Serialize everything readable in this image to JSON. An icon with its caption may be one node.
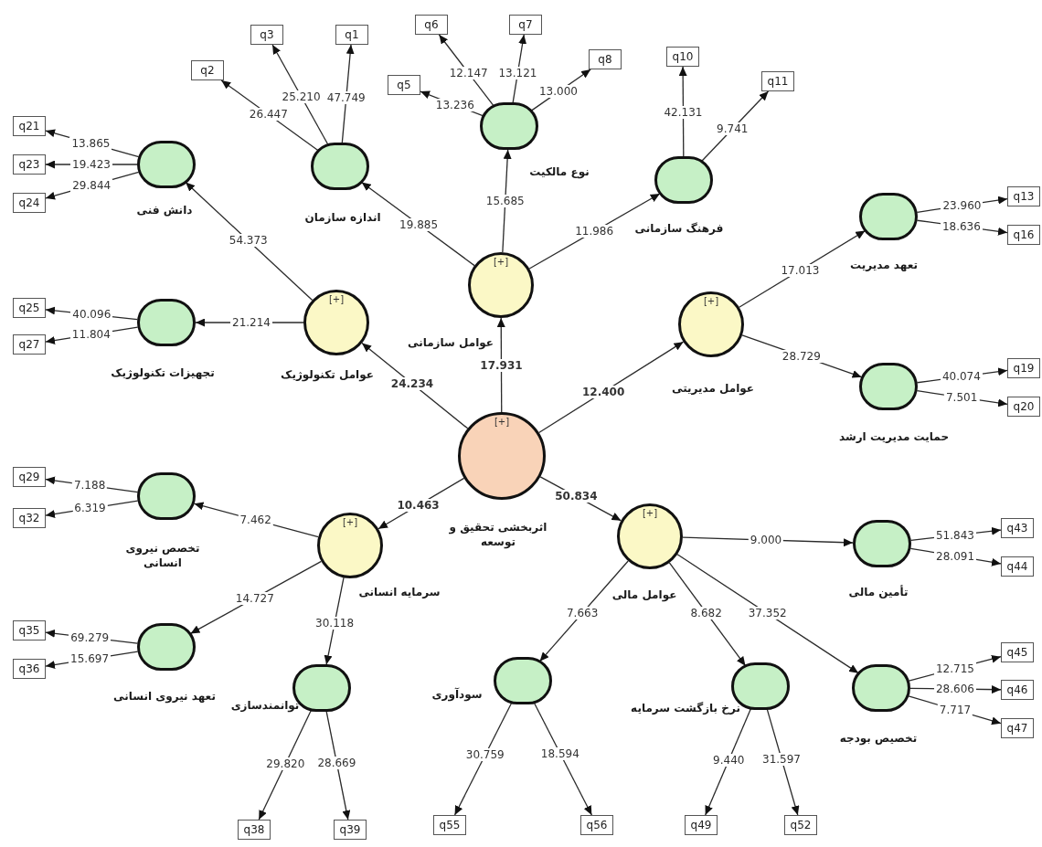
{
  "diagram": {
    "nodes": [
      {
        "text": [
          "[+]",
          "اثربخشی تحقیق و توسعه"
        ]
      },
      {
        "text": [
          "[+]",
          "عوامل سازمانی"
        ]
      },
      {
        "text": [
          "[+]",
          "عوامل تکنولوژیک"
        ]
      },
      {
        "text": [
          "[+]",
          "عوامل مدیریتی"
        ]
      },
      {
        "text": [
          "[+]",
          "سرمایه انسانی"
        ]
      },
      {
        "text": [
          "[+]",
          "عوامل مالی"
        ]
      },
      {
        "text": [
          "اندازه سازمان"
        ]
      },
      {
        "text": [
          "نوع مالکیت"
        ]
      },
      {
        "text": [
          "فرهنگ سازمانی"
        ]
      },
      {
        "text": [
          "دانش فنی"
        ]
      },
      {
        "text": [
          "تجهیزات تکنولوژیک"
        ]
      },
      {
        "text": [
          "تعهد مدیریت"
        ]
      },
      {
        "text": [
          "حمایت مدیریت ارشد"
        ]
      },
      {
        "text": [
          "تخصص نیروی انسانی"
        ]
      },
      {
        "text": [
          "تعهد نیروی انسانی"
        ]
      },
      {
        "text": [
          "توانمندسازی"
        ]
      },
      {
        "text": [
          "سودآوری"
        ]
      },
      {
        "text": [
          "نرخ بازگشت سرمایه"
        ]
      },
      {
        "text": [
          "تأمین مالی"
        ]
      },
      {
        "text": [
          "تخصیص بودجه"
        ]
      },
      {
        "text": [
          "q6"
        ]
      },
      {
        "text": [
          "q7"
        ]
      },
      {
        "text": [
          "q3"
        ]
      },
      {
        "text": [
          "q1"
        ]
      },
      {
        "text": [
          "q10"
        ]
      },
      {
        "text": [
          "q8"
        ]
      },
      {
        "text": [
          "q2"
        ]
      },
      {
        "text": [
          "q11"
        ]
      },
      {
        "text": [
          "q5"
        ]
      },
      {
        "text": [
          "q21"
        ]
      },
      {
        "text": [
          "q23"
        ]
      },
      {
        "text": [
          "q13"
        ]
      },
      {
        "text": [
          "q24"
        ]
      },
      {
        "text": [
          "q16"
        ]
      },
      {
        "text": [
          "q25"
        ]
      },
      {
        "text": [
          "q27"
        ]
      },
      {
        "text": [
          "q19"
        ]
      },
      {
        "text": [
          "q20"
        ]
      },
      {
        "text": [
          "q29"
        ]
      },
      {
        "text": [
          "q32"
        ]
      },
      {
        "text": [
          "q43"
        ]
      },
      {
        "text": [
          "q44"
        ]
      },
      {
        "text": [
          "q35"
        ]
      },
      {
        "text": [
          "q45"
        ]
      },
      {
        "text": [
          "q36"
        ]
      },
      {
        "text": [
          "q46"
        ]
      },
      {
        "text": [
          "q47"
        ]
      },
      {
        "text": [
          "q38"
        ]
      },
      {
        "text": [
          "q39"
        ]
      },
      {
        "text": [
          "q55"
        ]
      },
      {
        "text": [
          "q56"
        ]
      },
      {
        "text": [
          "q49"
        ]
      },
      {
        "text": [
          "q52"
        ]
      }
    ],
    "edges": [
      {
        "from": 0,
        "to": 1,
        "arrow": "to",
        "label": "17.931"
      },
      {
        "from": 0,
        "to": 2,
        "arrow": "to",
        "label": "24.234"
      },
      {
        "from": 0,
        "to": 3,
        "arrow": "to",
        "label": "12.400"
      },
      {
        "from": 0,
        "to": 4,
        "arrow": "to",
        "label": "10.463"
      },
      {
        "from": 0,
        "to": 5,
        "arrow": "to",
        "label": "50.834"
      },
      {
        "from": 1,
        "to": 6,
        "arrow": "to",
        "label": "19.885"
      },
      {
        "from": 1,
        "to": 7,
        "arrow": "to",
        "label": "15.685"
      },
      {
        "from": 1,
        "to": 8,
        "arrow": "to",
        "label": "11.986"
      },
      {
        "from": 2,
        "to": 9,
        "arrow": "to",
        "label": "54.373"
      },
      {
        "from": 2,
        "to": 10,
        "arrow": "to",
        "label": "21.214"
      },
      {
        "from": 3,
        "to": 11,
        "arrow": "to",
        "label": "17.013"
      },
      {
        "from": 3,
        "to": 12,
        "arrow": "to",
        "label": "28.729"
      },
      {
        "from": 4,
        "to": 13,
        "arrow": "to",
        "label": "7.462"
      },
      {
        "from": 4,
        "to": 14,
        "arrow": "to",
        "label": "14.727"
      },
      {
        "from": 4,
        "to": 15,
        "arrow": "to",
        "label": "30.118"
      },
      {
        "from": 5,
        "to": 18,
        "arrow": "to",
        "label": "9.000"
      },
      {
        "from": 5,
        "to": 16,
        "arrow": "to",
        "label": "7.663"
      },
      {
        "from": 5,
        "to": 17,
        "arrow": "to",
        "label": "8.682"
      },
      {
        "from": 5,
        "to": 19,
        "arrow": "to",
        "label": "37.352"
      },
      {
        "from": 6,
        "to": 23,
        "arrow": "to",
        "label": "47.749"
      },
      {
        "from": 6,
        "to": 22,
        "arrow": "to",
        "label": "25.210"
      },
      {
        "from": 6,
        "to": 26,
        "arrow": "to",
        "label": "26.447"
      },
      {
        "from": 7,
        "to": 20,
        "arrow": "to",
        "label": "12.147"
      },
      {
        "from": 7,
        "to": 21,
        "arrow": "to",
        "label": "13.121"
      },
      {
        "from": 7,
        "to": 28,
        "arrow": "to",
        "label": "13.236"
      },
      {
        "from": 7,
        "to": 25,
        "arrow": "to",
        "label": "13.000"
      },
      {
        "from": 8,
        "to": 24,
        "arrow": "to",
        "label": "42.131"
      },
      {
        "from": 8,
        "to": 27,
        "arrow": "to",
        "label": "9.741"
      },
      {
        "from": 9,
        "to": 29,
        "arrow": "to",
        "label": "13.865"
      },
      {
        "from": 9,
        "to": 30,
        "arrow": "to",
        "label": "19.423"
      },
      {
        "from": 9,
        "to": 32,
        "arrow": "to",
        "label": "29.844"
      },
      {
        "from": 10,
        "to": 34,
        "arrow": "to",
        "label": "40.096"
      },
      {
        "from": 10,
        "to": 35,
        "arrow": "to",
        "label": "11.804"
      },
      {
        "from": 11,
        "to": 31,
        "arrow": "to",
        "label": "23.960"
      },
      {
        "from": 11,
        "to": 33,
        "arrow": "to",
        "label": "18.636"
      },
      {
        "from": 12,
        "to": 36,
        "arrow": "to",
        "label": "40.074"
      },
      {
        "from": 12,
        "to": 37,
        "arrow": "to",
        "label": "7.501"
      },
      {
        "from": 13,
        "to": 38,
        "arrow": "to",
        "label": "7.188"
      },
      {
        "from": 13,
        "to": 39,
        "arrow": "to",
        "label": "6.319"
      },
      {
        "from": 14,
        "to": 42,
        "arrow": "to",
        "label": "69.279"
      },
      {
        "from": 14,
        "to": 44,
        "arrow": "to",
        "label": "15.697"
      },
      {
        "from": 15,
        "to": 47,
        "arrow": "to",
        "label": "29.820"
      },
      {
        "from": 15,
        "to": 48,
        "arrow": "to",
        "label": "28.669"
      },
      {
        "from": 16,
        "to": 49,
        "arrow": "to",
        "label": "30.759"
      },
      {
        "from": 16,
        "to": 50,
        "arrow": "to",
        "label": "18.594"
      },
      {
        "from": 17,
        "to": 51,
        "arrow": "to",
        "label": "9.440"
      },
      {
        "from": 17,
        "to": 52,
        "arrow": "to",
        "label": "31.597"
      },
      {
        "from": 18,
        "to": 40,
        "arrow": "to",
        "label": "51.843"
      },
      {
        "from": 18,
        "to": 41,
        "arrow": "to",
        "label": "28.091"
      },
      {
        "from": 19,
        "to": 43,
        "arrow": "to",
        "label": "12.715"
      },
      {
        "from": 19,
        "to": 45,
        "arrow": "to",
        "label": "28.606"
      },
      {
        "from": 19,
        "to": 46,
        "arrow": "to",
        "label": "7.717"
      }
    ]
  }
}
